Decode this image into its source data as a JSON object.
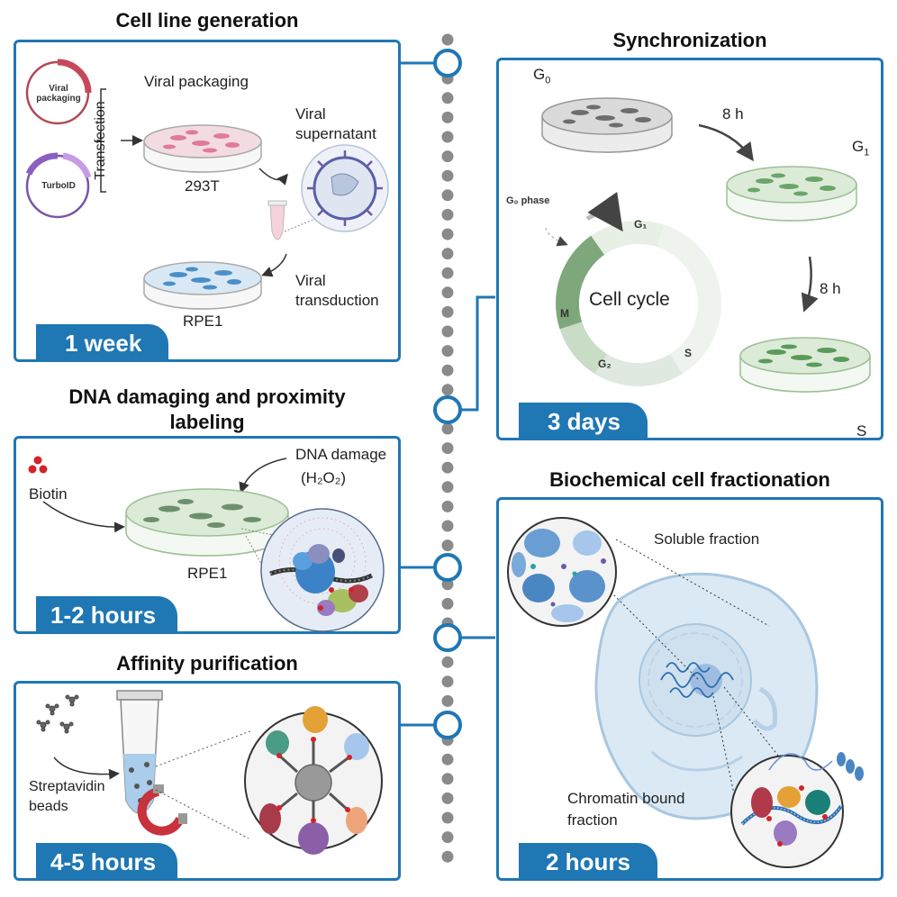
{
  "sections": {
    "cell_line": {
      "title": "Cell line generation",
      "duration": "1 week",
      "plasmid1": "Viral\npackaging",
      "plasmid2": "TurboID",
      "transfection": "Transfection",
      "viral_packaging": "Viral packaging",
      "cell_293t": "293T",
      "viral_supernatant_1": "Viral",
      "viral_supernatant_2": "supernatant",
      "rpe1": "RPE1",
      "viral_transduction_1": "Viral",
      "viral_transduction_2": "transduction"
    },
    "sync": {
      "title": "Synchronization",
      "duration": "3 days",
      "g0": "G",
      "g0_sub": "0",
      "g1": "G",
      "g1_sub": "1",
      "s": "S",
      "time1": "8 h",
      "time2": "8 h",
      "g0_phase": "G₀ phase",
      "cycle_label": "Cell cycle",
      "phase_g1": "G₁",
      "phase_s": "S",
      "phase_g2": "G₂",
      "phase_m": "M"
    },
    "dna": {
      "title_1": "DNA damaging and proximity",
      "title_2": "labeling",
      "duration": "1-2 hours",
      "biotin": "Biotin",
      "dna_damage": "DNA damage",
      "h2o2": "(H₂O₂)",
      "rpe1": "RPE1"
    },
    "affinity": {
      "title": "Affinity purification",
      "duration": "4-5 hours",
      "beads_1": "Streptavidin",
      "beads_2": "beads"
    },
    "fraction": {
      "title": "Biochemical cell fractionation",
      "duration": "2 hours",
      "soluble": "Soluble fraction",
      "chromatin_1": "Chromatin bound",
      "chromatin_2": "fraction"
    }
  },
  "colors": {
    "accent": "#1f77b4",
    "timeline_dot": "#8a8a8a",
    "pink_cells": "#e07a9a",
    "blue_cells": "#4a8fc9",
    "green_cells": "#6aa56a",
    "grey_cells": "#6d6d6d"
  }
}
